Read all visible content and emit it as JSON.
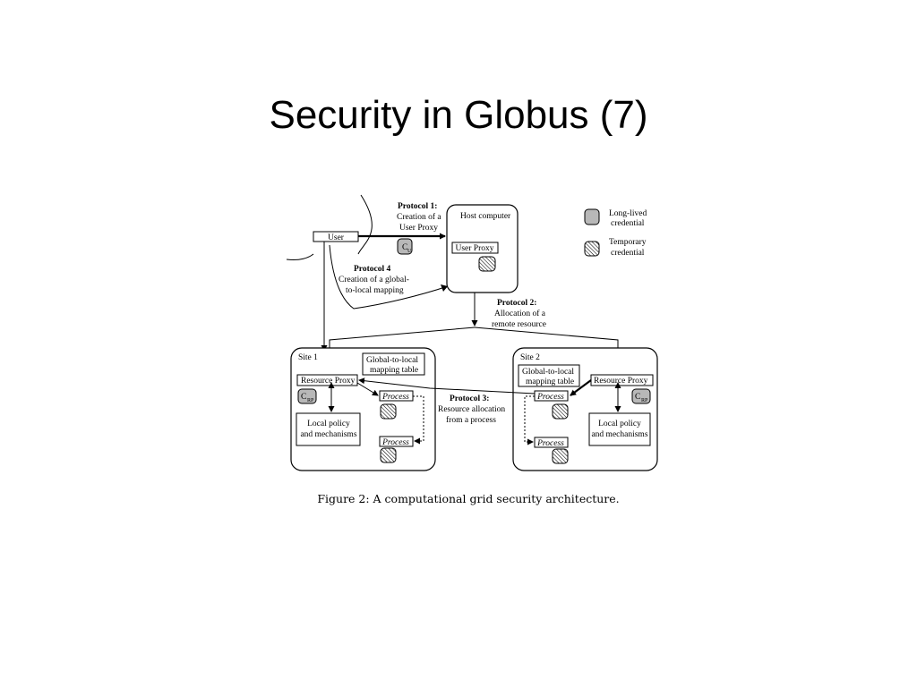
{
  "slide": {
    "title": "Security in Globus (7)"
  },
  "diagram": {
    "user": "User",
    "user_credential": "C",
    "user_credential_sub": "U",
    "host_computer": "Host computer",
    "user_proxy": "User Proxy",
    "protocol1": {
      "title": "Protocol 1:",
      "line1": "Creation of a",
      "line2": "User Proxy"
    },
    "protocol4": {
      "title": "Protocol  4",
      "line1": "Creation of a global-",
      "line2": "to-local mapping"
    },
    "protocol2": {
      "title": "Protocol 2:",
      "line1": "Allocation of a",
      "line2": "remote resource"
    },
    "protocol3": {
      "title": "Protocol 3:",
      "line1": "Resource allocation",
      "line2": "from a process"
    },
    "legend": {
      "long_lived_1": "Long-lived",
      "long_lived_2": "credential",
      "temporary_1": "Temporary",
      "temporary_2": "credential"
    },
    "site1": {
      "label": "Site 1",
      "mapping1": "Global-to-local",
      "mapping2": "mapping table",
      "resource_proxy": "Resource Proxy",
      "credential": "C",
      "credential_sub": "RP",
      "process1": "Process",
      "process2": "Process",
      "policy1": "Local policy",
      "policy2": "and mechanisms"
    },
    "site2": {
      "label": "Site 2",
      "mapping1": "Global-to-local",
      "mapping2": "mapping table",
      "resource_proxy": "Resource Proxy",
      "credential": "C",
      "credential_sub": "RP",
      "process1": "Process",
      "process2": "Process",
      "policy1": "Local policy",
      "policy2": "and mechanisms"
    },
    "caption": "Figure 2:  A computational grid security architecture."
  }
}
